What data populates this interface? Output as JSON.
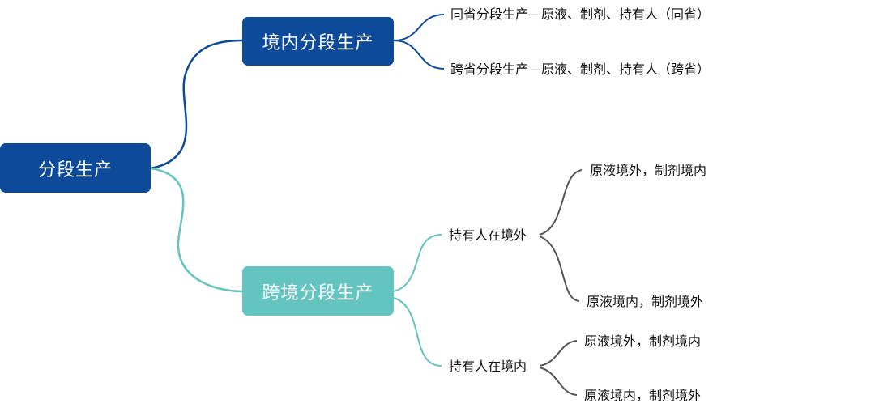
{
  "colors": {
    "dark_blue": "#0d4a9a",
    "teal": "#64c4bf",
    "leaf_line": "#555555",
    "text": "#111111",
    "background": "#ffffff"
  },
  "mindmap": {
    "root": {
      "label": "分段生产"
    },
    "branches": [
      {
        "label": "境内分段生产",
        "children": [
          {
            "label": "同省分段生产—原液、制剂、持有人（同省）"
          },
          {
            "label": "跨省分段生产—原液、制剂、持有人（跨省）"
          }
        ]
      },
      {
        "label": "跨境分段生产",
        "children": [
          {
            "label": "持有人在境外",
            "children": [
              {
                "label": "原液境外，制剂境内"
              },
              {
                "label": "原液境内，制剂境外"
              }
            ]
          },
          {
            "label": "持有人在境内",
            "children": [
              {
                "label": "原液境外，制剂境内"
              },
              {
                "label": "原液境内，制剂境外"
              }
            ]
          }
        ]
      }
    ]
  }
}
